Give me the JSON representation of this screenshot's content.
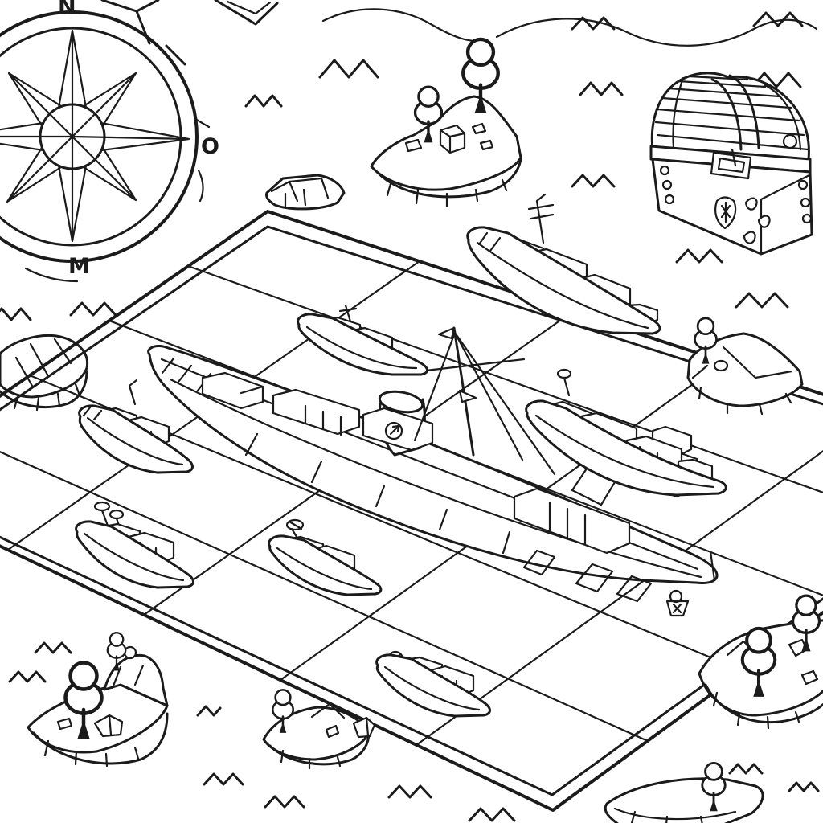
{
  "page": {
    "kind": "coloring-book line art",
    "title": "Naval battle game board coloring page",
    "ink_color": "#1b1b1b",
    "paper_color": "#ffffff"
  },
  "compass": {
    "labels": {
      "north": "N",
      "east": "O",
      "south": "M"
    }
  },
  "board": {
    "grid_divisions": 5,
    "border_style": "double line",
    "projection": "isometric"
  },
  "scene": {
    "objects": [
      {
        "name": "compass-rose",
        "label": "eight-point compass rose, top left, partially cropped"
      },
      {
        "name": "treasure-chest",
        "label": "domed slatted treasure chest with strap, buckle and lock, top right"
      },
      {
        "name": "battleship",
        "label": "large battleship with funnel and rigged mast, center of board"
      },
      {
        "name": "patrol-boat-top",
        "label": "small patrol boat, upper middle of board"
      },
      {
        "name": "destroyer-top-right",
        "label": "destroyer with mast, upper right"
      },
      {
        "name": "cruiser-mid-right",
        "label": "cruiser, middle right of board"
      },
      {
        "name": "patrol-boat-left",
        "label": "patrol boat with mast, left side of board"
      },
      {
        "name": "gunboat-left-lower",
        "label": "gunboat with twin antennas, lower left of board"
      },
      {
        "name": "speedboat-center-bottom",
        "label": "speedboat with propeller detail, lower center of board"
      },
      {
        "name": "motorboat-bottom",
        "label": "small motorboat with wheel, bottom center"
      },
      {
        "name": "island-top-center",
        "label": "island with two trees and rocks"
      },
      {
        "name": "island-mid-right",
        "label": "small rocky island with one tree"
      },
      {
        "name": "island-bottom-left",
        "label": "island with big tree, hill and small tree"
      },
      {
        "name": "island-bottom-center",
        "label": "small island with tree and rocks"
      },
      {
        "name": "island-bottom-right",
        "label": "island with two trees, right edge"
      },
      {
        "name": "rock-slab-bottom-corner",
        "label": "flat rock slab with small tree, bottom right corner"
      },
      {
        "name": "rock-left-edge",
        "label": "faceted rock, left edge"
      },
      {
        "name": "rock-floating-small",
        "label": "small elongated rock above board corner"
      },
      {
        "name": "wave-marks",
        "count": 20
      },
      {
        "name": "smooth-wave-lines",
        "count": 2
      },
      {
        "name": "trees",
        "count": 9
      },
      {
        "name": "ships-total",
        "count": 8
      }
    ]
  }
}
